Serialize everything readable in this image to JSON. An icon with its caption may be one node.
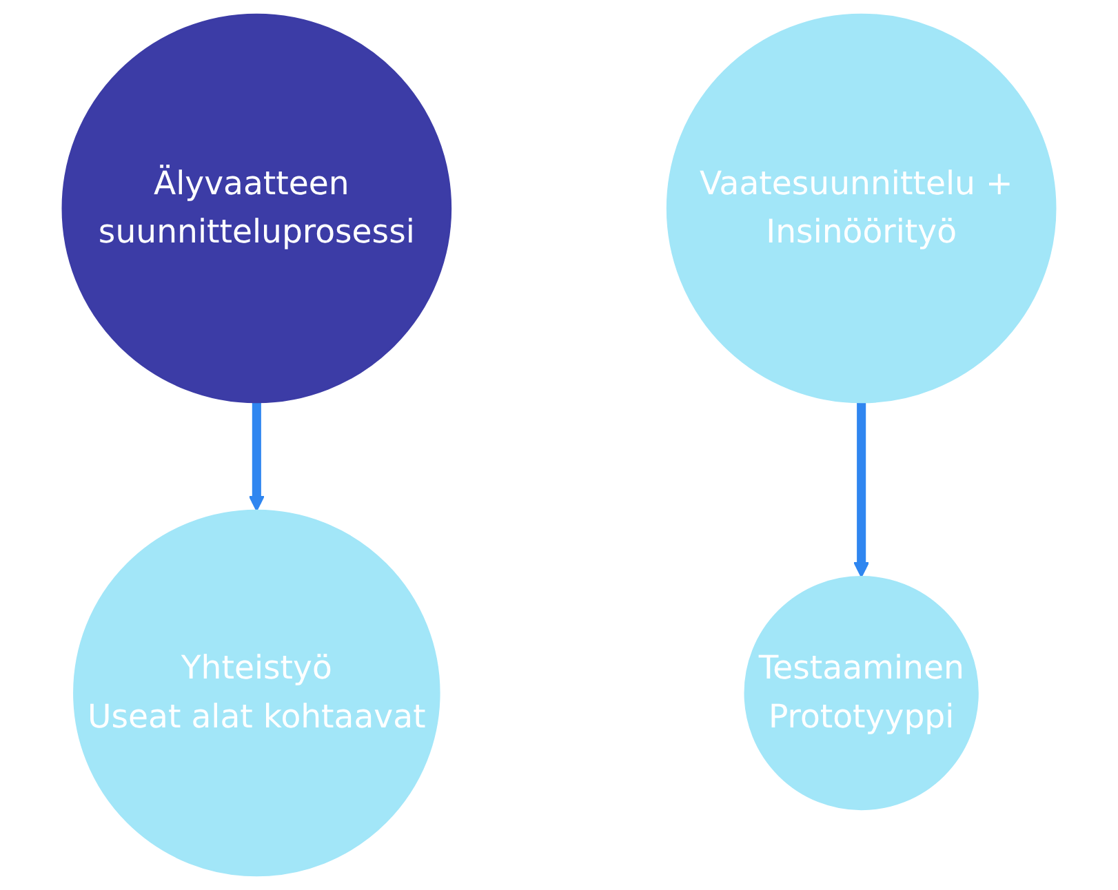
{
  "diagram": {
    "nodes": [
      {
        "text": [
          "Älyvaatteen suunnitteluprosessi"
        ]
      },
      {
        "text": [
          "Testaaminen",
          "Prototyyppi"
        ]
      },
      {
        "text": [
          "Yhteistyö",
          "Useat alat kohtaavat"
        ]
      },
      {
        "text": [
          "Vaatesuunnittelu + Insinöörityö"
        ]
      }
    ],
    "edges": [
      {
        "from": 0,
        "to": 2,
        "arrow": "to"
      },
      {
        "from": 3,
        "to": 1,
        "arrow": "to"
      }
    ]
  }
}
